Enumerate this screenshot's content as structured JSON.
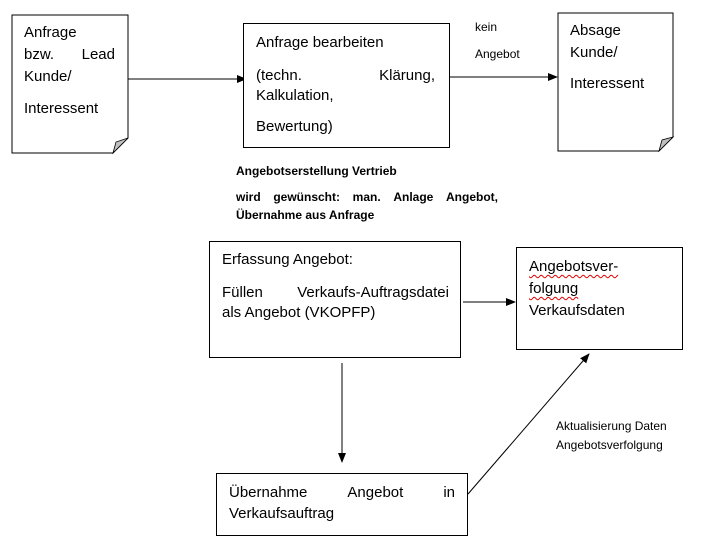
{
  "diagram": {
    "title": "Angebotsprozess Vertrieb",
    "nodes": {
      "request": {
        "shape": "document",
        "lines": [
          "Anfrage",
          "bzw.   Lead",
          "Kunde/",
          "Interessent"
        ]
      },
      "process_request": {
        "shape": "process",
        "lines": [
          "Anfrage bearbeiten",
          "(techn.   Klärung,",
          "Kalkulation,",
          "Bewertung)"
        ]
      },
      "rejection": {
        "shape": "document",
        "lines": [
          "Absage",
          "Kunde/",
          "Interessent"
        ]
      },
      "offer_entry": {
        "shape": "process",
        "lines": [
          "Erfassung Angebot:",
          "Füllen   Verkaufs-Auftragsdatei",
          "als Angebot (VKOPFP)"
        ]
      },
      "offer_tracking": {
        "shape": "process",
        "lines": [
          "Angebotsver-",
          "folgung",
          "Verkaufsdaten"
        ],
        "spellcheck_flagged_lines": [
          0,
          1
        ]
      },
      "order_transfer": {
        "shape": "process",
        "lines": [
          "Übernahme   Angebot   in",
          "Verkaufsauftrag"
        ]
      }
    },
    "edges": [
      {
        "from": "request",
        "to": "process_request",
        "label": []
      },
      {
        "from": "process_request",
        "to": "rejection",
        "label": [
          "kein",
          "Angebot"
        ]
      },
      {
        "from": "process_request",
        "to": "offer_entry",
        "label": [
          "Angebotserstellung Vertrieb",
          "wird gewünscht: man. Anlage Angebot,",
          "Übernahme aus Anfrage"
        ],
        "drawn": false
      },
      {
        "from": "offer_entry",
        "to": "offer_tracking",
        "label": []
      },
      {
        "from": "offer_entry",
        "to": "order_transfer",
        "label": []
      },
      {
        "from": "order_transfer",
        "to": "offer_tracking",
        "label": [
          "Aktualisierung Daten",
          "Angebotsverfolgung"
        ]
      }
    ],
    "colors": {
      "stroke": "#000000",
      "page_fold": "#c0c0c0",
      "spellcheck": "#e00000"
    }
  }
}
